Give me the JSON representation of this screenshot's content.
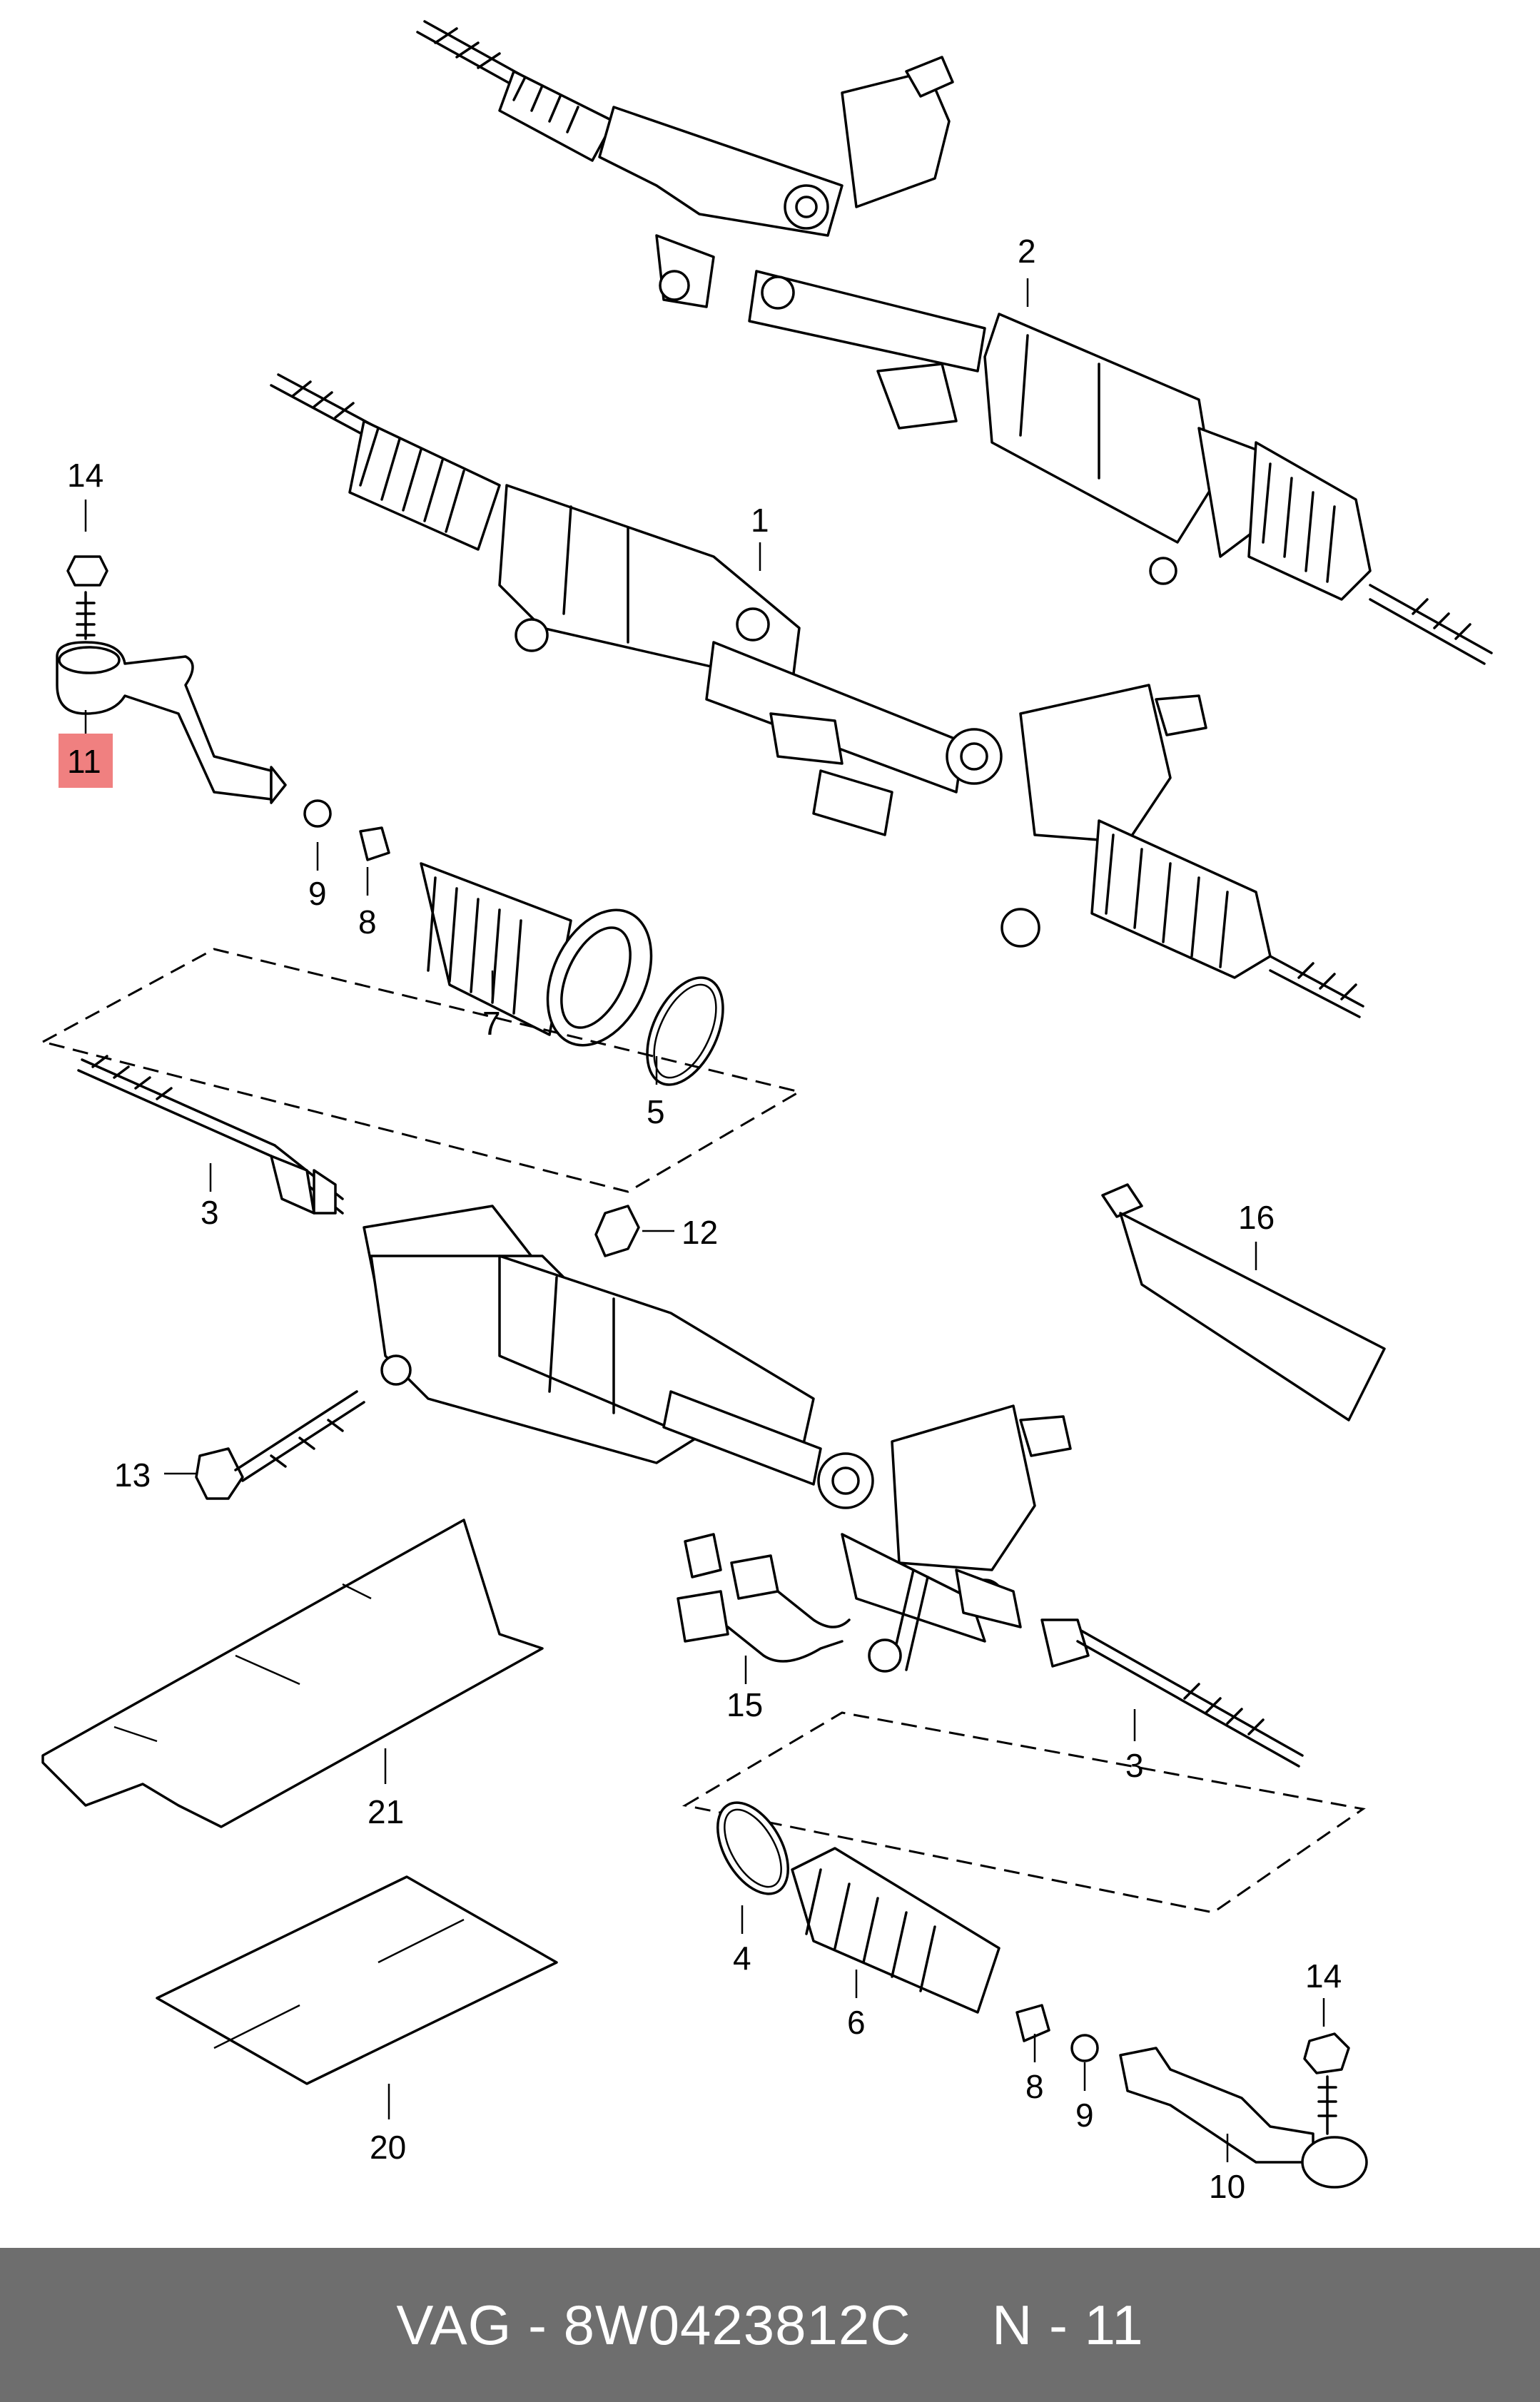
{
  "callouts": {
    "c1": "1",
    "c2": "2",
    "c3a": "3",
    "c3b": "3",
    "c4": "4",
    "c5": "5",
    "c6": "6",
    "c7": "7",
    "c8a": "8",
    "c8b": "8",
    "c9a": "9",
    "c9b": "9",
    "c10": "10",
    "c11": "11",
    "c12": "12",
    "c13": "13",
    "c14a": "14",
    "c14b": "14",
    "c15": "15",
    "c16": "16",
    "c20": "20",
    "c21": "21"
  },
  "highlight": {
    "part": "11",
    "color": "#f08080"
  },
  "footer": {
    "brand": "VAG",
    "separator": "-",
    "part_number": "8W0423812C",
    "position": "N - 11",
    "text": "VAG - 8W0423812C     N - 11",
    "background": "#6e6e6e",
    "text_color": "#ffffff"
  }
}
